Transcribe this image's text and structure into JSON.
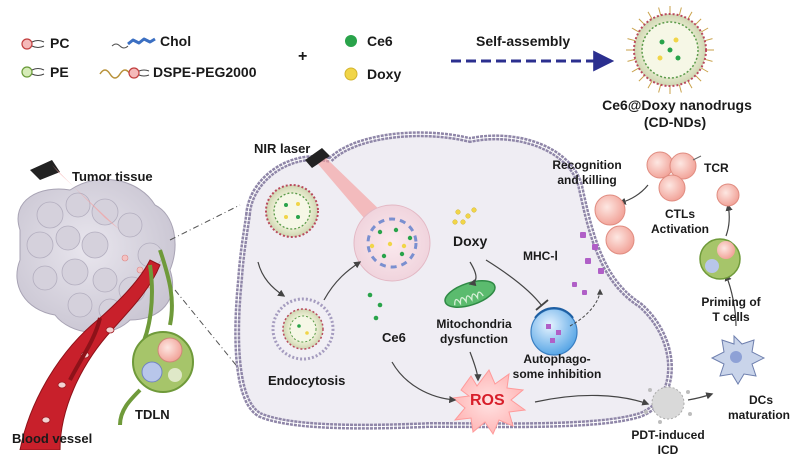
{
  "legend": {
    "pc": "PC",
    "pe": "PE",
    "chol": "Chol",
    "dspe": "DSPE-PEG2000",
    "plus": "+",
    "ce6": "Ce6",
    "doxy": "Doxy",
    "self_assembly": "Self-assembly"
  },
  "product": {
    "line1": "Ce6@Doxy nanodrugs",
    "line2": "(CD-NDs)"
  },
  "tumor": {
    "tumor_tissue": "Tumor tissue",
    "blood_vessel": "Blood vessel",
    "tdln": "TDLN"
  },
  "cell": {
    "nir_laser": "NIR laser",
    "endocytosis": "Endocytosis",
    "ce6": "Ce6",
    "doxy": "Doxy",
    "mito_1": "Mitochondria",
    "mito_2": "dysfunction",
    "mhc": "MHC-Ⅰ",
    "auto_1": "Autophago-",
    "auto_2": "some inhibition",
    "ros": "ROS"
  },
  "immune": {
    "recog_1": "Recognition",
    "recog_2": "and killing",
    "tcr": "TCR",
    "ctl_1": "CTLs",
    "ctl_2": "Activation",
    "prime_1": "Priming of",
    "prime_2": "T cells",
    "dc_1": "DCs",
    "dc_2": "maturation",
    "pdt_1": "PDT-induced",
    "pdt_2": "ICD"
  },
  "colors": {
    "arrow_blue": "#2b2f8f",
    "membrane": "#8f86a8",
    "cell_fill": "#efedf3",
    "ros_red": "#d81e2a",
    "vessel": "#c8202b",
    "ce6_green": "#29a34a",
    "doxy_yellow": "#f1d548",
    "mito_green": "#3aa55c",
    "mhc_purple": "#b05fc7"
  }
}
